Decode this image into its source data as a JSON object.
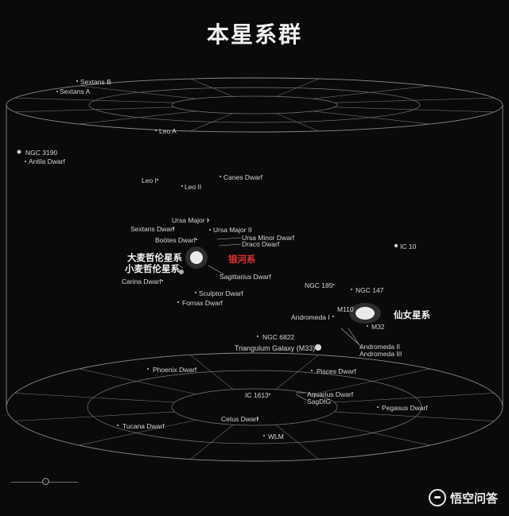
{
  "title": "本星系群",
  "galaxies": {
    "sextans_b": "Sextans B",
    "sextans_a": "Sextans A",
    "leo_a": "Leo A",
    "ngc3190": "NGC 3190",
    "antila_dwarf": "Antila Dwarf",
    "leo_i": "Leo I",
    "leo_ii": "Leo II",
    "canes_dwarf": "Canes Dwarf",
    "ursa_major_i": "Ursa Major I",
    "sextans_dwarf": "Sextans Dwarf",
    "ursa_major_ii": "Ursa Major II",
    "bootes_dwarf": "Boötes Dwarf",
    "ursa_minor_dwarf": "Ursa Minor Dwarf",
    "draco_dwarf": "Draco Dwarf",
    "ic10": "IC 10",
    "lmc": "大麦哲伦星系",
    "smc": "小麦哲伦星系",
    "milky_way": "银河系",
    "sagittarius_dwarf": "Sagittarius Dwarf",
    "carina_dwarf": "Carina Dwarf",
    "sculptor_dwarf": "Sculptor Dwarf",
    "fornax_dwarf": "Fornax Dwarf",
    "ngc185": "NGC 185",
    "ngc147": "NGC 147",
    "m110": "M110",
    "andromeda_cn": "仙女星系",
    "andromeda_i": "Andromeda I",
    "m32": "M32",
    "ngc6822": "NGC 6822",
    "triangulum": "Triangulum Galaxy (M33)",
    "andromeda_ii": "Andromeda II",
    "andromeda_iii": "Andromeda III",
    "phoenix_dwarf": "Phoenix Dwarf",
    "pisces_dwarf": "Pisces Dwarf",
    "ic1613": "IC 1613",
    "aquarius_dwarf": "Aquarius Dwarf",
    "sagdig": "SagDIG",
    "pegasus_dwarf": "Pegasus Dwarf",
    "tucana_dwarf": "Tucana Dwarf",
    "cetus_dwarf": "Cetus Dwarf",
    "wlm": "WLM"
  },
  "watermark": "悟空问答",
  "colors": {
    "background": "#0a0a0c",
    "grid": "#8a8a8a",
    "label": "#d6d6d6",
    "milky_way_label": "#e2302e"
  }
}
